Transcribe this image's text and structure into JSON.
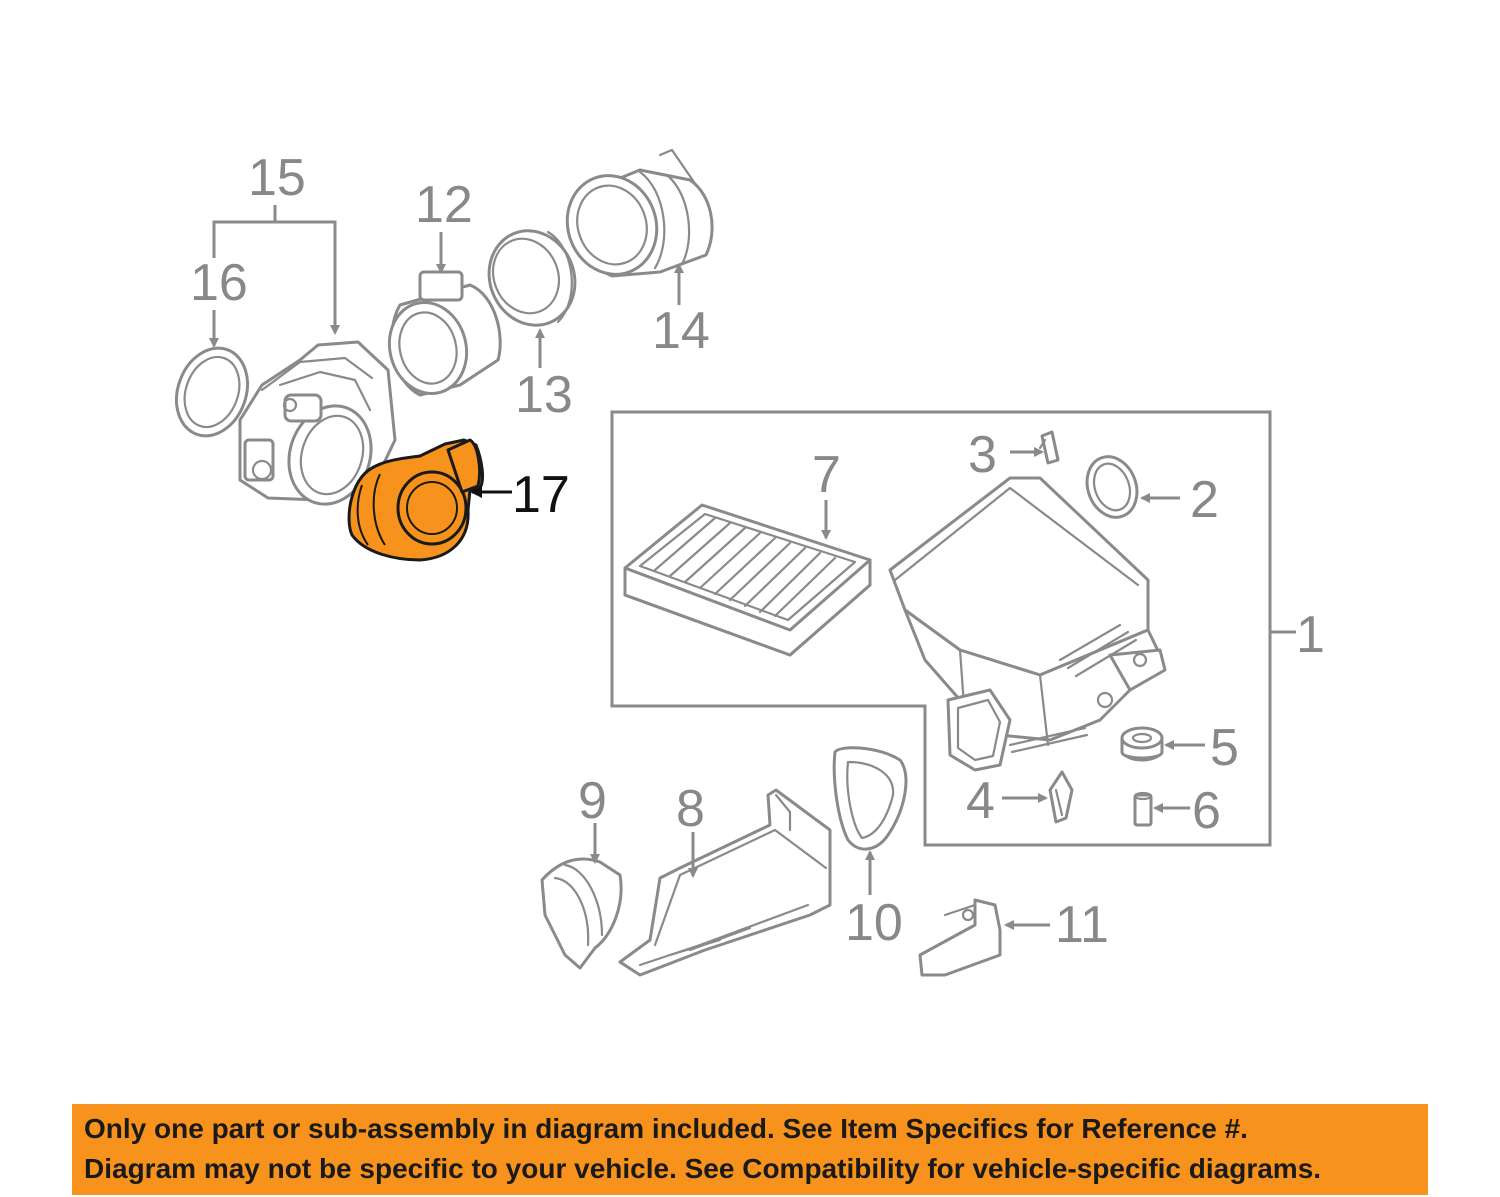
{
  "diagram": {
    "callouts": [
      "1",
      "2",
      "3",
      "4",
      "5",
      "6",
      "7",
      "8",
      "9",
      "10",
      "11",
      "12",
      "13",
      "14",
      "15",
      "16",
      "17"
    ],
    "highlighted_part": "17",
    "highlight_color": "#f7931d",
    "line_color": "#8a8a8a"
  },
  "notice": {
    "line1": "Only one part or sub-assembly in diagram included. See Item Specifics for Reference #.",
    "line2": "Diagram may not be specific to your vehicle. See Compatibility for vehicle-specific diagrams.",
    "background": "#f7931d"
  }
}
